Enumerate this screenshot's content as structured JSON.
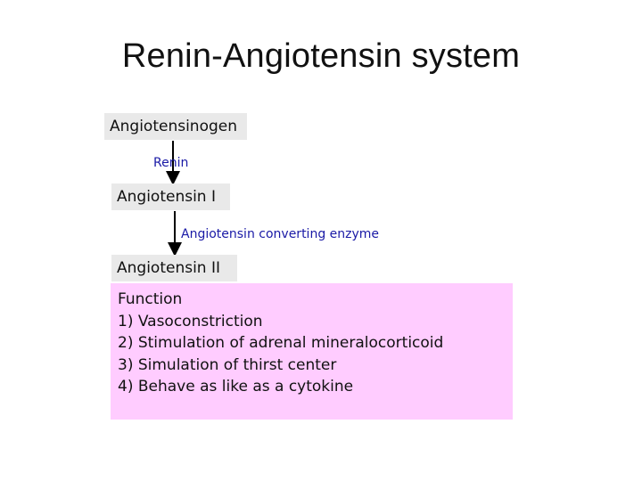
{
  "title": "Renin-Angiotensin system",
  "nodes": {
    "angiotensinogen": "Angiotensinogen",
    "angiotensin_1": "Angiotensin I",
    "angiotensin_2": "Angiotensin II"
  },
  "enzymes": {
    "renin": "Renin",
    "ace": "Angiotensin converting enzyme"
  },
  "function_box": {
    "heading": "Function",
    "items": [
      "1) Vasoconstriction",
      "2) Stimulation of adrenal mineralocorticoid",
      "3) Simulation of thirst center",
      "4) Behave as like as a cytokine"
    ]
  },
  "colors": {
    "node_background": "#e9e9e9",
    "function_background": "#ffccff",
    "enzyme_text": "#1a1aa6",
    "arrow": "#000000"
  }
}
